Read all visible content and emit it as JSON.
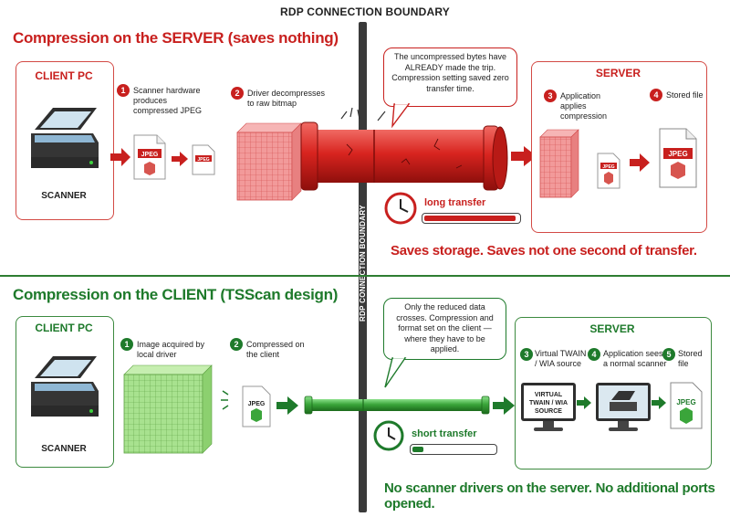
{
  "boundary": {
    "top_label": "RDP CONNECTION BOUNDARY",
    "vertical_label": "RDP CONNECTION BOUNDARY"
  },
  "server_section": {
    "title": "Compression on the SERVER (saves nothing)",
    "client_title": "CLIENT PC",
    "scanner_label": "SCANNER",
    "steps": [
      {
        "num": "1",
        "text": "Scanner hardware produces compressed JPEG"
      },
      {
        "num": "2",
        "text": "Driver decompresses to raw bitmap"
      },
      {
        "num": "3",
        "text": "Application applies compression"
      },
      {
        "num": "4",
        "text": "Stored file"
      }
    ],
    "server_title": "SERVER",
    "callout": "The uncompressed bytes have ALREADY made the trip. Compression setting saved zero transfer time.",
    "transfer_label": "long transfer",
    "transfer_fraction": 0.97,
    "tagline": "Saves storage. Saves not one second of transfer.",
    "file_badge": "JPEG"
  },
  "client_section": {
    "title": "Compression on the CLIENT (TSScan design)",
    "client_title": "CLIENT PC",
    "scanner_label": "SCANNER",
    "steps": [
      {
        "num": "1",
        "text": "Image acquired by local driver"
      },
      {
        "num": "2",
        "text": "Compressed on the client"
      },
      {
        "num": "3",
        "text": "Virtual TWAIN / WIA source"
      },
      {
        "num": "4",
        "text": "Application sees a normal scanner"
      },
      {
        "num": "5",
        "text": "Stored file"
      }
    ],
    "server_title": "SERVER",
    "callout": "Only the reduced data crosses. Compression and format set on the client — where they have to be applied.",
    "monitor_text": "VIRTUAL TWAIN / WIA SOURCE",
    "transfer_label": "short transfer",
    "transfer_fraction": 0.13,
    "tagline": "No scanner drivers on the server. No additional ports opened.",
    "file_badge": "JPEG"
  },
  "colors": {
    "red": "#c8201e",
    "green": "#1e7a2b",
    "boundary": "#3a3a3a"
  }
}
